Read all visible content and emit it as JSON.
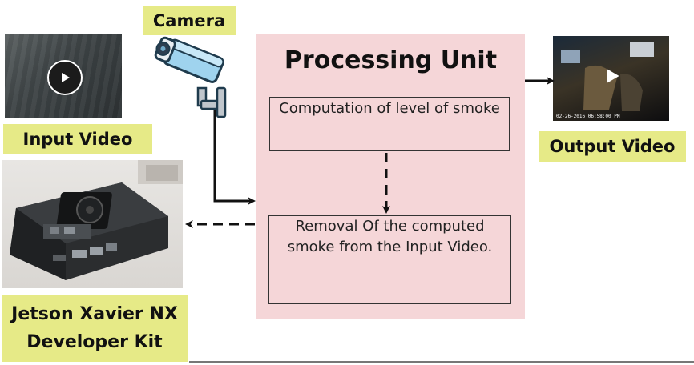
{
  "labels": {
    "camera": "Camera",
    "input_video": "Input Video",
    "output_video": "Output Video",
    "kit_line1": "Jetson Xavier NX",
    "kit_line2": "Developer Kit"
  },
  "processing": {
    "title": "Processing Unit",
    "step1": "Computation of level of smoke",
    "step2": "Removal Of the computed smoke from the Input Video."
  },
  "thumbnails": {
    "output_timestamp": "02-26-2016 06:58:00 PM"
  },
  "colors": {
    "label_bg": "#e6ea87",
    "panel_bg": "#f5d6d8",
    "arrow": "#111111"
  }
}
